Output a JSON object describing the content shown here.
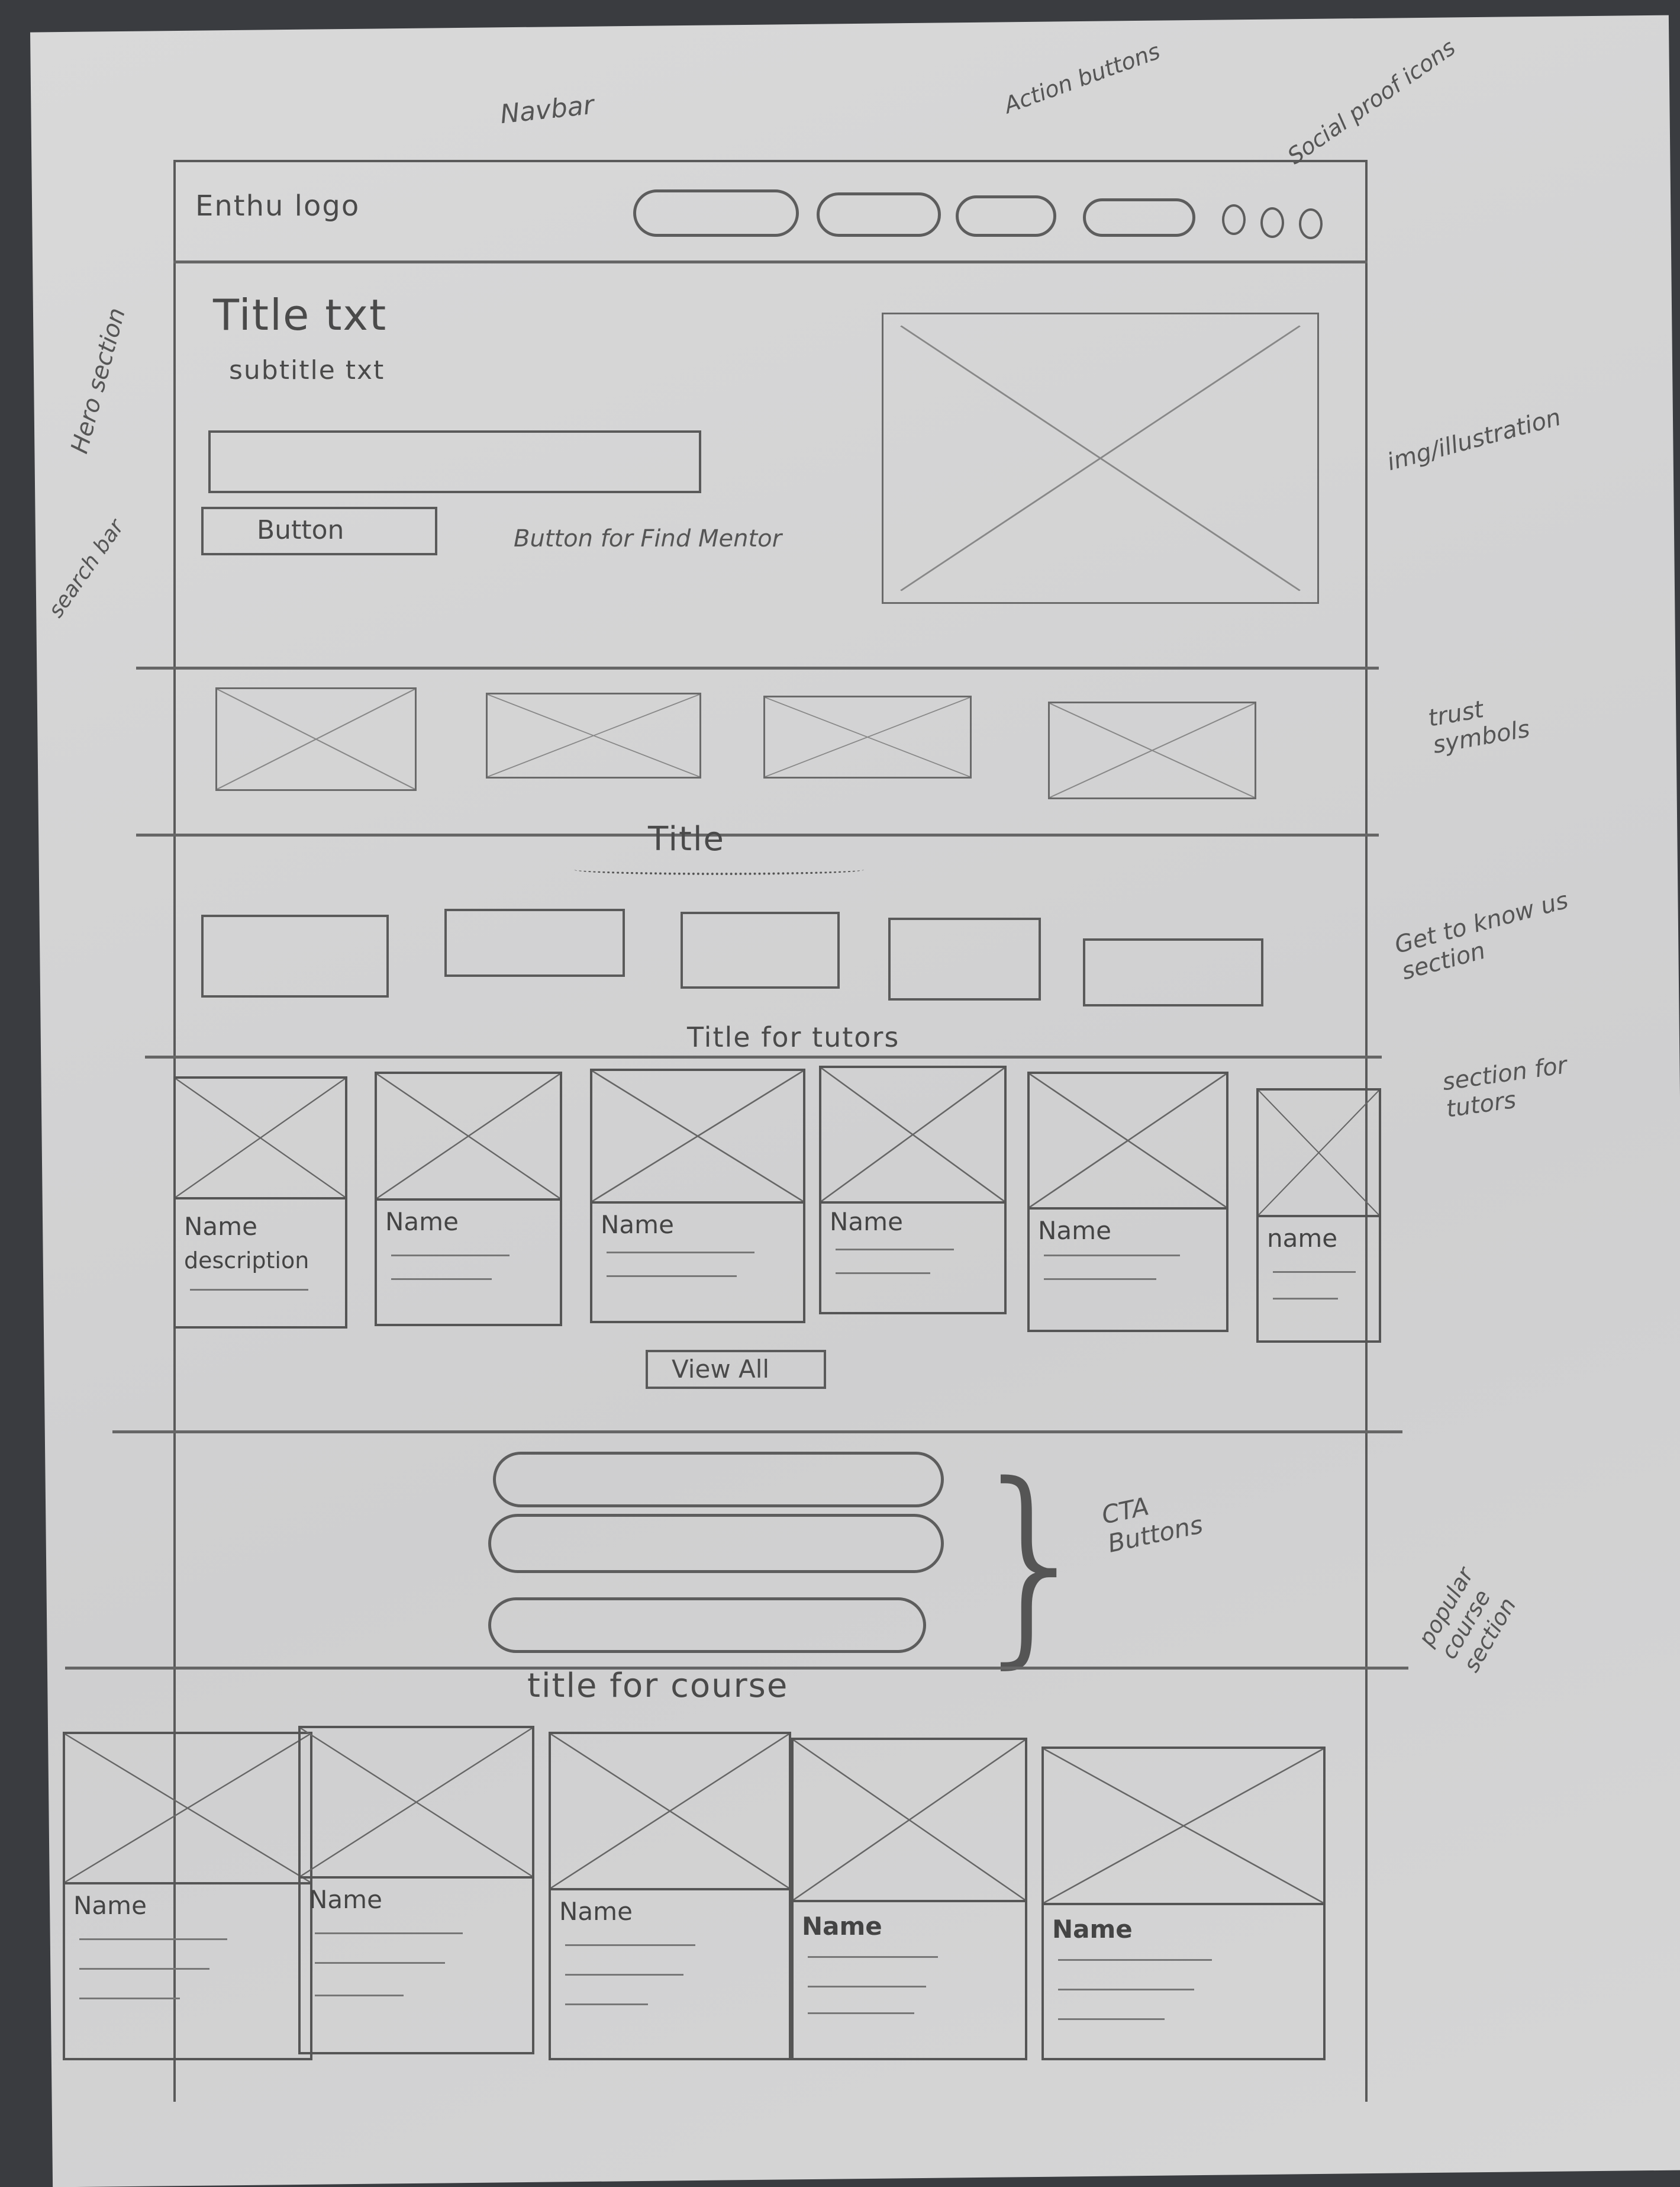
{
  "navbar": {
    "logo": "Enthu logo",
    "action_buttons": 4,
    "social_icons": 3
  },
  "hero": {
    "title": "Title txt",
    "subtitle": "subtitle txt",
    "button": "Button"
  },
  "trust_symbols": {
    "count": 4
  },
  "get_to_know": {
    "title": "Title",
    "boxes": 5
  },
  "tutors": {
    "title": "Title for tutors",
    "cards": [
      {
        "name": "Name",
        "description": "description"
      },
      {
        "name": "Name"
      },
      {
        "name": "Name"
      },
      {
        "name": "Name"
      },
      {
        "name": "Name"
      },
      {
        "name": "name"
      }
    ],
    "view_all": "View All"
  },
  "cta": {
    "buttons": 3
  },
  "courses": {
    "title": "title for course",
    "cards": [
      {
        "name": "Name"
      },
      {
        "name": "Name"
      },
      {
        "name": "Name"
      },
      {
        "name": "Name"
      },
      {
        "name": "Name"
      }
    ]
  },
  "annotations": {
    "navbar": "Navbar",
    "action_buttons": "Action buttons",
    "social_proof": "Social proof icons",
    "hero": "Hero section",
    "search_bar": "search bar",
    "find_mentor": "Button for Find Mentor",
    "illustration": "img/illustration",
    "trust": "trust symbols",
    "get_to_know": "Get to know us section",
    "tutors": "section for tutors",
    "cta": "CTA Buttons",
    "courses": "popular course section"
  }
}
